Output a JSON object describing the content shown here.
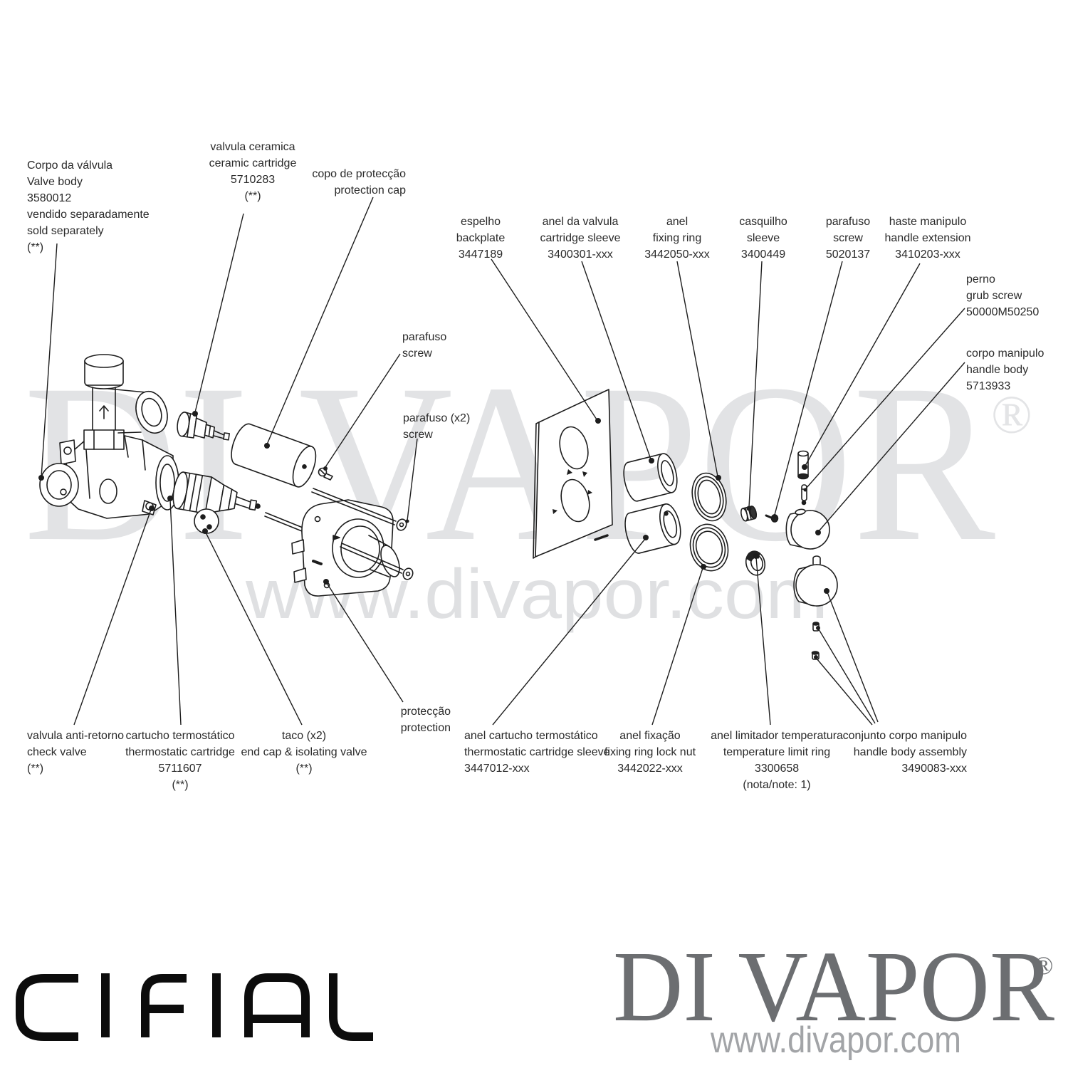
{
  "branding": {
    "cifial": "CIFIAL",
    "divapor_logo": "DI VAPOR",
    "registered": "®",
    "divapor_url": "www.divapor.com"
  },
  "watermark": {
    "big": "DI VAPOR",
    "registered": "®",
    "url": "www.divapor.com"
  },
  "colors": {
    "line_art": "#1d1d1d",
    "label_text": "#2a2a2a",
    "watermark_gray": "#e2e3e5",
    "logo_gray": "#6c6e71",
    "url_gray": "#a2a4a7"
  },
  "labels": {
    "corpo_valvula": {
      "lines": [
        "Corpo da válvula",
        "Valve body",
        "3580012",
        "vendido separadamente",
        "sold separately",
        "(**)"
      ]
    },
    "valvula_ceramica": {
      "lines": [
        "valvula ceramica",
        "ceramic cartridge",
        "5710283",
        "(**)"
      ]
    },
    "copo_proteccao": {
      "lines": [
        "copo de protecção",
        "protection cap"
      ]
    },
    "parafuso_single": {
      "lines": [
        "parafuso",
        "screw"
      ]
    },
    "parafuso_x2": {
      "lines": [
        "parafuso (x2)",
        "screw"
      ]
    },
    "espelho": {
      "lines": [
        "espelho",
        "backplate",
        "3447189"
      ]
    },
    "anel_da_valvula": {
      "lines": [
        "anel da valvula",
        "cartridge sleeve",
        "3400301-xxx"
      ]
    },
    "anel_fixing": {
      "lines": [
        "anel",
        "fixing ring",
        "3442050-xxx"
      ]
    },
    "casquilho": {
      "lines": [
        "casquilho",
        "sleeve",
        "3400449"
      ]
    },
    "parafuso_5020137": {
      "lines": [
        "parafuso",
        "screw",
        "5020137"
      ]
    },
    "haste_manipulo": {
      "lines": [
        "haste manipulo",
        "handle extension",
        "3410203-xxx"
      ]
    },
    "perno": {
      "lines": [
        "perno",
        "grub screw",
        "50000M50250"
      ]
    },
    "corpo_manipulo": {
      "lines": [
        "corpo manipulo",
        "handle body",
        "5713933"
      ]
    },
    "proteccao": {
      "lines": [
        "protecção",
        "protection"
      ]
    },
    "valvula_anti": {
      "lines": [
        "valvula anti-retorno",
        "check valve",
        "(**)"
      ]
    },
    "cartucho_term": {
      "lines": [
        "cartucho termostático",
        "thermostatic cartridge",
        "5711607",
        "(**)"
      ]
    },
    "taco": {
      "lines": [
        "taco (x2)",
        "end cap & isolating valve",
        "(**)"
      ]
    },
    "anel_cartucho": {
      "lines": [
        "anel cartucho termostático",
        "thermostatic cartridge sleeve",
        "3447012-xxx"
      ]
    },
    "anel_fixacao": {
      "lines": [
        "anel fixação",
        "fixing ring lock nut",
        "3442022-xxx"
      ]
    },
    "anel_limitador": {
      "lines": [
        "anel limitador temperatura",
        "temperature limit ring",
        "3300658",
        "(nota/note: 1)"
      ]
    },
    "conjunto": {
      "lines": [
        "conjunto corpo manipulo",
        "handle body assembly",
        "3490083-xxx"
      ]
    }
  }
}
